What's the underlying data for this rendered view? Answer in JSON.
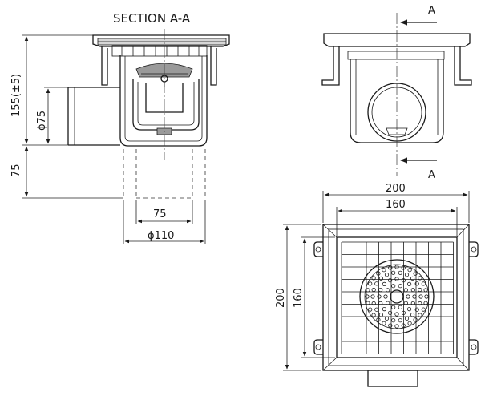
{
  "section_title": "SECTION A-A",
  "section_marker": "A",
  "dims": {
    "height_total": "155(±5)",
    "outlet_diameter": "ϕ75",
    "outlet_height": "75",
    "outlet_offset": "75",
    "outer_diameter": "ϕ110",
    "plan_width_outer": "200",
    "plan_width_inner": "160",
    "plan_height_outer": "200",
    "plan_height_inner": "160"
  }
}
